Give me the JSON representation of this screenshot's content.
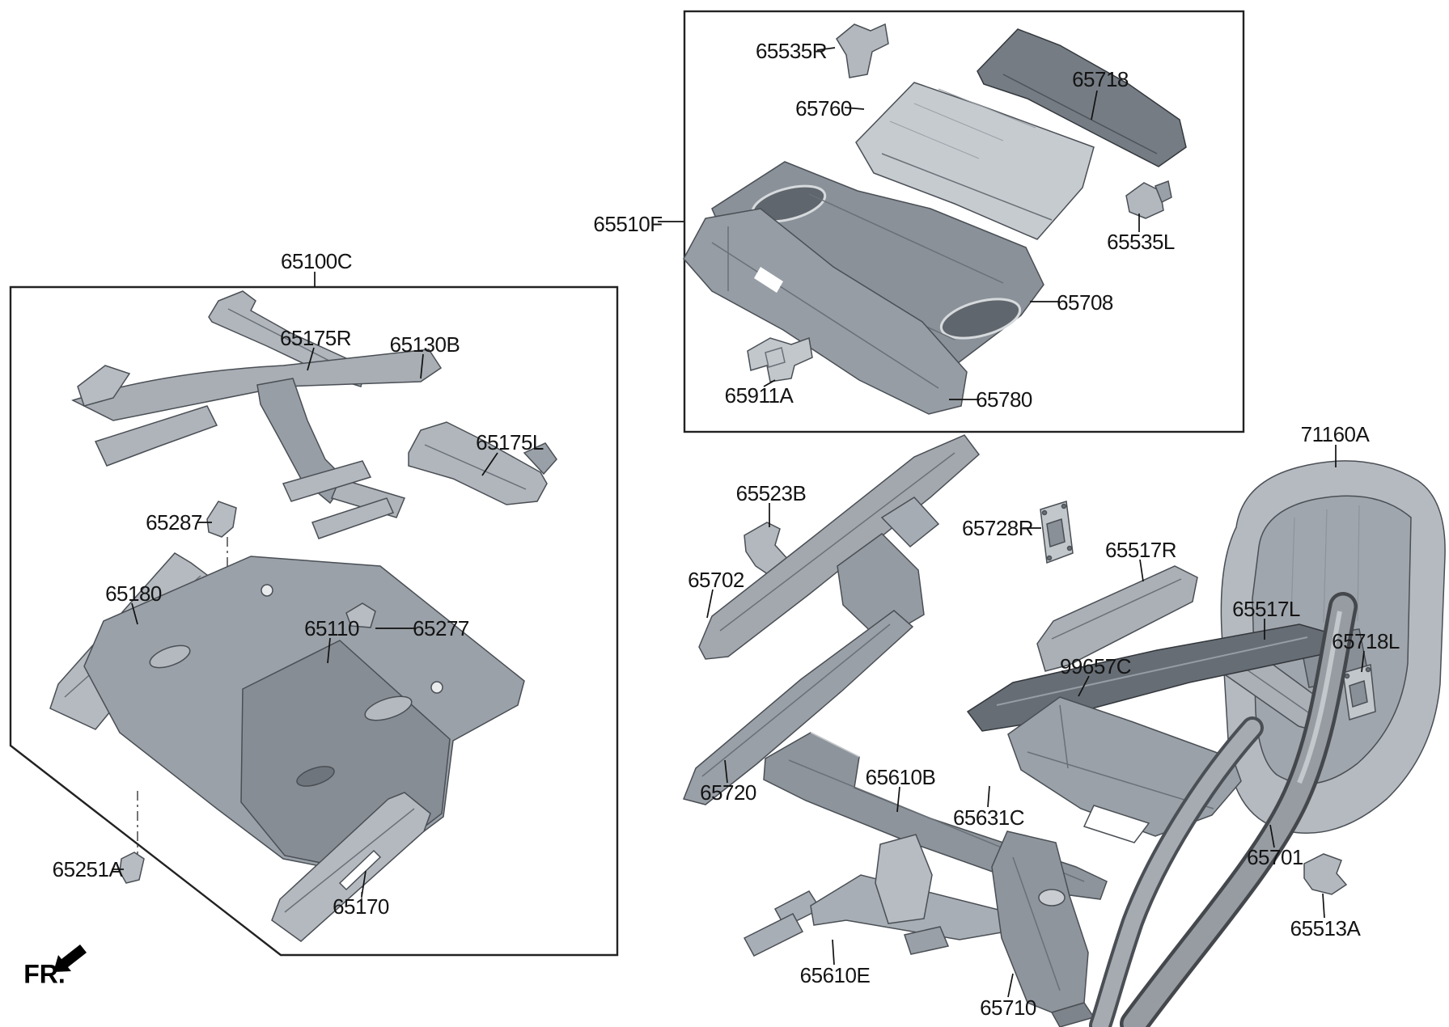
{
  "diagram_title": "Floor Panel exploded parts diagram",
  "fr": {
    "label": "FR."
  },
  "colors": {
    "background": "#ffffff",
    "line": "#1a1a1a",
    "box_outline": "#222222",
    "part_fill_light": "#c6cbd0",
    "part_fill_mid": "#9aa1a8",
    "part_fill_dark": "#757c84"
  },
  "labels": [
    {
      "text": "65100C"
    },
    {
      "text": "65175R"
    },
    {
      "text": "65130B"
    },
    {
      "text": "65175L"
    },
    {
      "text": "65287"
    },
    {
      "text": "65180"
    },
    {
      "text": "65110"
    },
    {
      "text": "65277"
    },
    {
      "text": "65251A"
    },
    {
      "text": "65170"
    },
    {
      "text": "65510F"
    },
    {
      "text": "65535R"
    },
    {
      "text": "65760"
    },
    {
      "text": "65718"
    },
    {
      "text": "65535L"
    },
    {
      "text": "65708"
    },
    {
      "text": "65780"
    },
    {
      "text": "65911A"
    },
    {
      "text": "71160A"
    },
    {
      "text": "65523B"
    },
    {
      "text": "65728R"
    },
    {
      "text": "65702"
    },
    {
      "text": "65517R"
    },
    {
      "text": "65517L"
    },
    {
      "text": "99657C"
    },
    {
      "text": "65718L"
    },
    {
      "text": "65720"
    },
    {
      "text": "65610B"
    },
    {
      "text": "65631C"
    },
    {
      "text": "65610E"
    },
    {
      "text": "65710"
    },
    {
      "text": "65701"
    },
    {
      "text": "65513A"
    }
  ]
}
